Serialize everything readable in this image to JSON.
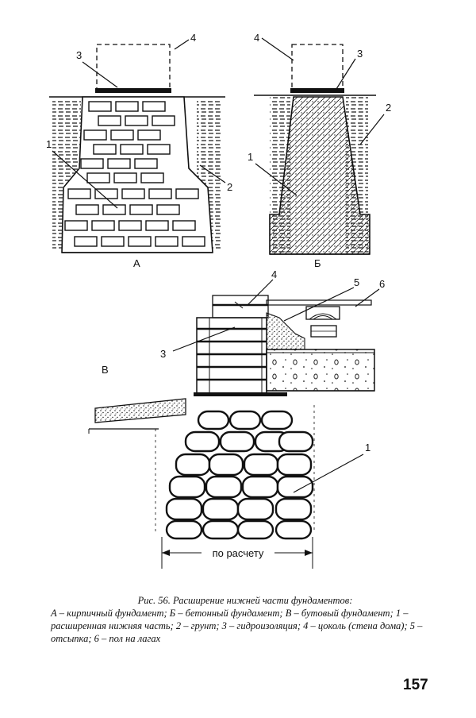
{
  "figure": {
    "panel_a": {
      "letter": "А",
      "callouts": {
        "n1": "1",
        "n2": "2",
        "n3": "3",
        "n4": "4"
      }
    },
    "panel_b": {
      "letter": "Б",
      "callouts": {
        "n1": "1",
        "n2": "2",
        "n3": "3",
        "n4": "4"
      }
    },
    "panel_c": {
      "letter": "В",
      "callouts": {
        "n1": "1",
        "n3": "3",
        "n4": "4",
        "n5": "5",
        "n6": "6"
      },
      "dimension_label": "по расчету"
    }
  },
  "caption": {
    "title": "Рис. 56. Расширение нижней части фундаментов:",
    "body": "А – кирпичный фундамент; Б – бетонный фундамент; В – бутовый фундамент; 1 – расширенная нижняя часть; 2 – грунт; 3 – гидроизоляция; 4 – цоколь (стена дома); 5 – отсыпка; 6 – пол на лагах"
  },
  "page_number": "157"
}
